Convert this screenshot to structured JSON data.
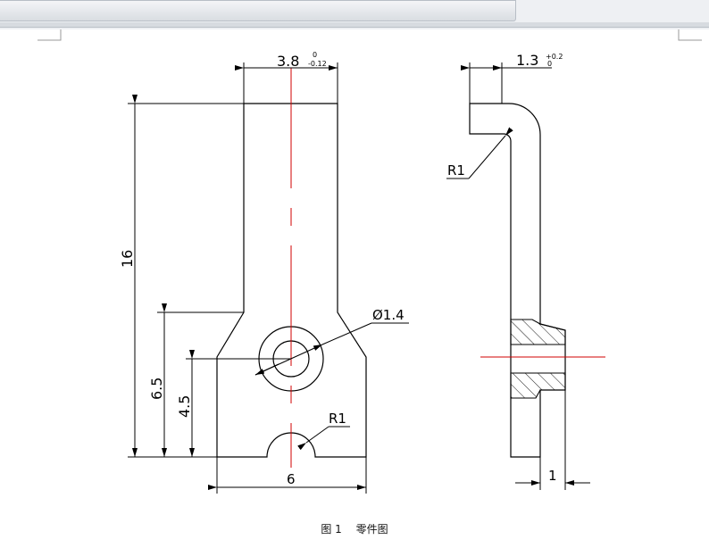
{
  "caption": {
    "figure_number": "图 1",
    "figure_title": "零件图"
  },
  "front_view": {
    "width_dim": {
      "nominal": "3.8",
      "upper_tol": "0",
      "lower_tol": "-0.12"
    },
    "height_total": "16",
    "height_mid": "6.5",
    "hole_center_height": "4.5",
    "hole_diameter": "Ø1.4",
    "notch_radius": "R1",
    "base_width": "6"
  },
  "side_view": {
    "thickness_dim": {
      "nominal": "1.3",
      "upper_tol": "+0.2",
      "lower_tol": "0"
    },
    "bend_radius": "R1",
    "flange_width": "1"
  },
  "colors": {
    "centerline": "#d00000",
    "outline": "#000000"
  }
}
